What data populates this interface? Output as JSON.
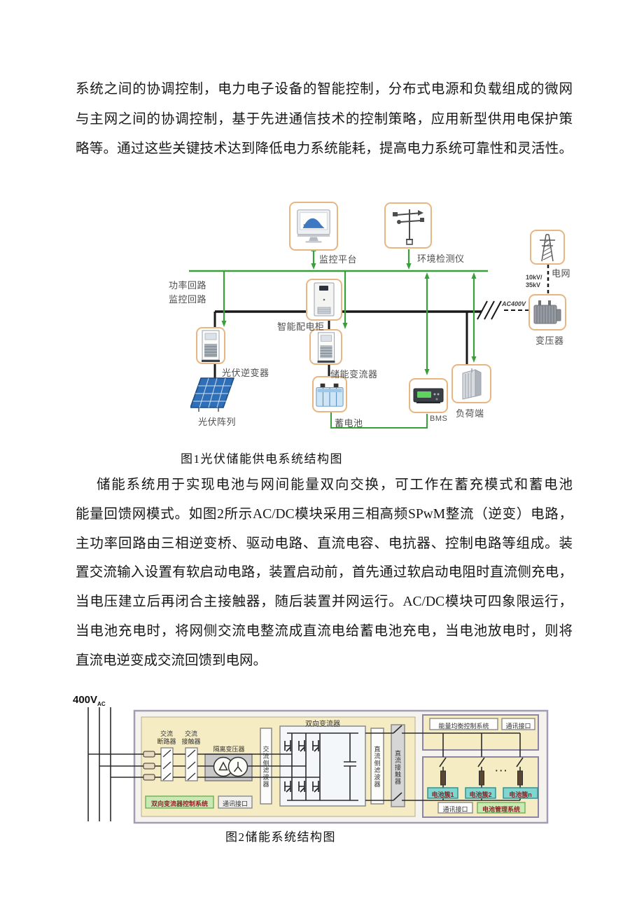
{
  "colors": {
    "line_green": "#38a038",
    "line_black": "#191919",
    "fig1_box_border": "#e7b683",
    "fig2_yellow_fill": "#f6ecc3",
    "fig2_purple_border": "#8d84a4",
    "cluster_cyan": "#7fd6d0",
    "control_green": "#c9e9b4",
    "label_dark_red": "#8b2525"
  },
  "paragraph1": {
    "lines": [
      "系统之间的协调控制，电力电子设备的智能控制，分布式电源和负载组成的微网",
      "与主网之间的协调控制，基于先进通信技术的控制策略，应用新型供用电保护策",
      "略等。通过这些关键技术达到降低电力系统能耗，提高电力系统可靠性和灵活性。"
    ]
  },
  "figure1": {
    "caption": "图1光伏储能供电系统结构图",
    "labels": {
      "monitor_platform": "监控平台",
      "env_detector": "环境检测仪",
      "grid": "电网",
      "grid_voltage_line1": "10kV/",
      "grid_voltage_line2": "35kV",
      "ac_voltage": "AC400V",
      "transformer": "变压器",
      "power_loop": "功率回路",
      "monitor_loop": "监控回路",
      "smart_cabinet": "智能配电柜",
      "pv_inverter": "光伏逆变器",
      "pv_array": "光伏阵列",
      "storage_converter": "储能变流器",
      "battery": "蓄电池",
      "bms": "BMS",
      "load": "负荷端"
    }
  },
  "paragraph2": {
    "lines": [
      "储能系统用于实现电池与网间能量双向交换，可工作在蓄充模式和蓄电池",
      "能量回馈网模式。如图2所示AC/DC模块采用三相高频SPwM整流（逆变）电路，",
      "主功率回路由三相逆变桥、驱动电路、直流电容、电抗器、控制电路等组成。装",
      "置交流输入设置有软启动电路，装置启动前，首先通过软启动电阻时直流侧充电，",
      "当电压建立后再闭合主接触器，随后装置并网运行。AC/DC模块可四象限运行，",
      "当电池充电时，将网侧交流电整流成直流电给蓄电池充电，当电池放电时，则将",
      "直流电逆变成交流回馈到电网。"
    ]
  },
  "figure2": {
    "caption": "图2储能系统结构图",
    "source": {
      "voltage": "400V",
      "subscript": "AC"
    },
    "labels": {
      "ac_breaker_line1": "交流",
      "ac_breaker_line2": "断路器",
      "ac_contactor_line1": "交流",
      "ac_contactor_line2": "接触器",
      "isolation_transformer": "隔离变压器",
      "ac_filter": "交流侧滤波器",
      "bidirectional_converter": "双向变流器",
      "dc_filter": "直流侧滤波器",
      "dc_contactor": "直流接触器",
      "energy_balance_system": "能量均衡控制系统",
      "comm_interface_top": "通讯接口",
      "battery_cluster_1": "电池簇1",
      "battery_cluster_2": "电池簇2",
      "battery_cluster_n": "电池簇n",
      "ellipsis": "···",
      "comm_interface_bottom": "通讯接口",
      "battery_mgmt_system": "电池管理系统",
      "converter_control_system": "双向变流器控制系统",
      "comm_interface_left": "通讯接口"
    }
  }
}
